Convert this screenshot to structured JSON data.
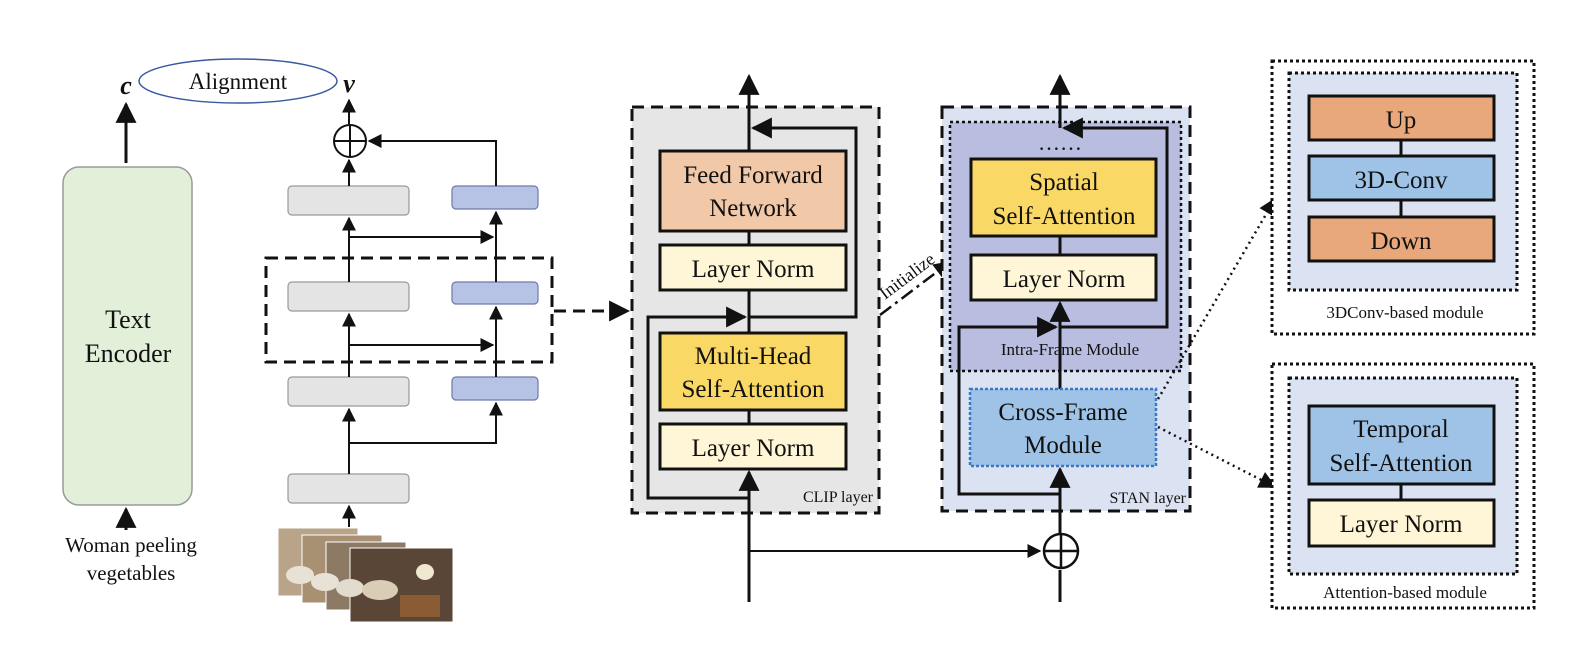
{
  "text_encoder": {
    "output_symbol": "c",
    "label_line1": "Text",
    "label_line2": "Encoder",
    "input_line1": "Woman peeling",
    "input_line2": "vegetables"
  },
  "alignment": {
    "label": "Alignment",
    "video_symbol": "v"
  },
  "clip_layer": {
    "caption": "CLIP layer",
    "ffn_line1": "Feed Forward",
    "ffn_line2": "Network",
    "ln_top": "Layer Norm",
    "mhsa_line1": "Multi-Head",
    "mhsa_line2": "Self-Attention",
    "ln_bottom": "Layer Norm"
  },
  "initialize_label": "Initialize",
  "stan_layer": {
    "caption": "STAN layer",
    "ellipsis": "……",
    "spatial_line1": "Spatial",
    "spatial_line2": "Self-Attention",
    "ln": "Layer Norm",
    "intra_caption": "Intra-Frame Module",
    "cross_line1": "Cross-Frame",
    "cross_line2": "Module"
  },
  "conv_module": {
    "caption": "3DConv-based module",
    "up": "Up",
    "conv": "3D-Conv",
    "down": "Down"
  },
  "attn_module": {
    "caption": "Attention-based module",
    "temporal_line1": "Temporal",
    "temporal_line2": "Self-Attention",
    "ln": "Layer Norm"
  },
  "colors": {
    "text_encoder_fill": "#e3f0d9",
    "clip_block_fill": "#e6e6e6",
    "stan_block_fill": "#dbe2f1",
    "intra_fill": "#b9bde0",
    "ffn_fill": "#f2c9a8",
    "attention_fill": "#fad866",
    "layernorm_fill": "#fef6d6",
    "cross_frame_fill": "#9fc3e6",
    "up_down_fill": "#e9a77c",
    "conv_fill": "#9fc3e6",
    "small_gray_block": "#e4e4e4",
    "small_blue_block": "#b6c3e4",
    "alignment_ellipse": "#3b5aa0"
  }
}
